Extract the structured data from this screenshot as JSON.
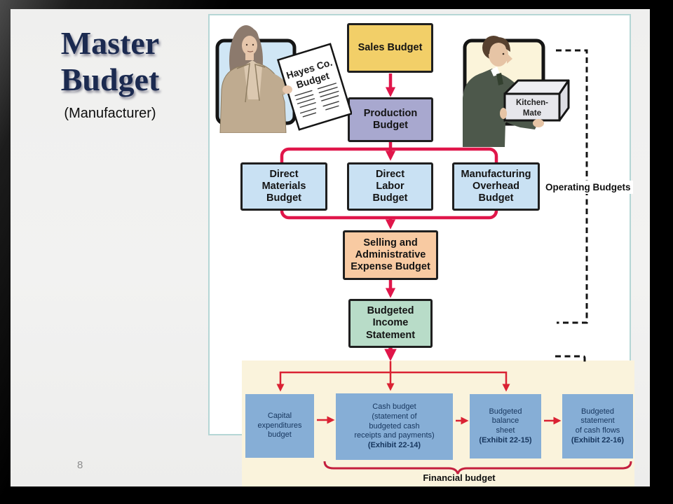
{
  "slide": {
    "title_line1": "Master",
    "title_line2": "Budget",
    "subtitle": "(Manufacturer)",
    "page_number": "8"
  },
  "diagram": {
    "boxes": {
      "sales": "Sales Budget",
      "production_lines": [
        "Production",
        "Budget"
      ],
      "direct_materials_lines": [
        "Direct",
        "Materials",
        "Budget"
      ],
      "direct_labor_lines": [
        "Direct",
        "Labor",
        "Budget"
      ],
      "manufacturing_overhead_lines": [
        "Manufacturing",
        "Overhead",
        "Budget"
      ],
      "selling_admin_lines": [
        "Selling and",
        "Administrative",
        "Expense Budget"
      ],
      "budgeted_income_lines": [
        "Budgeted",
        "Income",
        "Statement"
      ],
      "capital_lines": [
        "Capital",
        "expenditures",
        "budget"
      ],
      "cash_lines": [
        "Cash budget",
        "(statement of",
        "budgeted cash",
        "receipts and payments)"
      ],
      "cash_exhibit": "(Exhibit 22-14)",
      "balance_lines": [
        "Budgeted",
        "balance",
        "sheet"
      ],
      "balance_exhibit": "(Exhibit 22-15)",
      "cashflows_lines": [
        "Budgeted",
        "statement",
        "of cash flows"
      ],
      "cashflows_exhibit": "(Exhibit 22-16)"
    },
    "labels": {
      "operating": "Operating Budgets",
      "financial": "Financial budget"
    },
    "illustrations": {
      "document_line1": "Hayes Co.",
      "document_line2": "Budget",
      "carton_line1": "Kitchen-",
      "carton_line2": "Mate"
    },
    "colors": {
      "arrow_red": "#e0164a",
      "sales_fill": "#f2cf68",
      "production_fill": "#a8a8cf",
      "blue_fill": "#c9e1f3",
      "selling_fill": "#f8caa2",
      "income_fill": "#b8dcc8",
      "financial_fill": "#86aed6",
      "cream_panel": "#faf3dc",
      "panel_border": "#b5d6d5",
      "title_navy": "#1b2a50"
    }
  }
}
